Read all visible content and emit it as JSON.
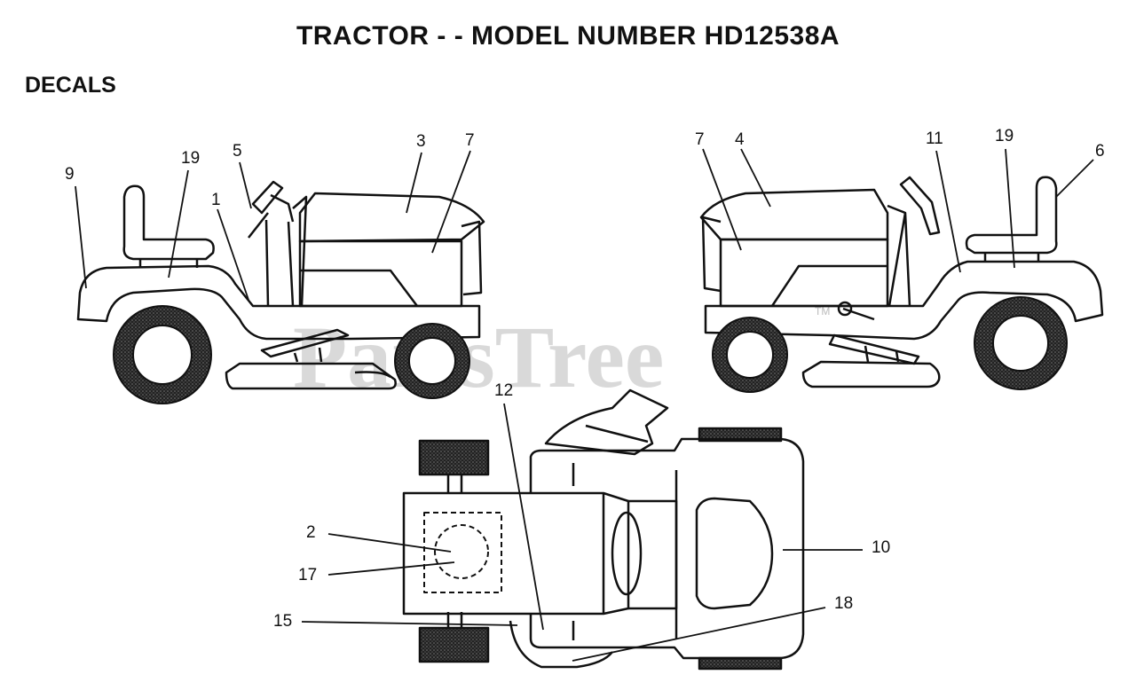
{
  "title": "TRACTOR - - MODEL NUMBER HD12538A",
  "section": "DECALS",
  "watermark": "PartsTree",
  "trademark": "TM",
  "callouts": {
    "c9": "9",
    "c19a": "19",
    "c5": "5",
    "c1": "1",
    "c3": "3",
    "c7a": "7",
    "c7b": "7",
    "c4": "4",
    "c11": "11",
    "c19b": "19",
    "c6": "6",
    "c12": "12",
    "c2": "2",
    "c17": "17",
    "c10": "10",
    "c15": "15",
    "c18": "18"
  }
}
